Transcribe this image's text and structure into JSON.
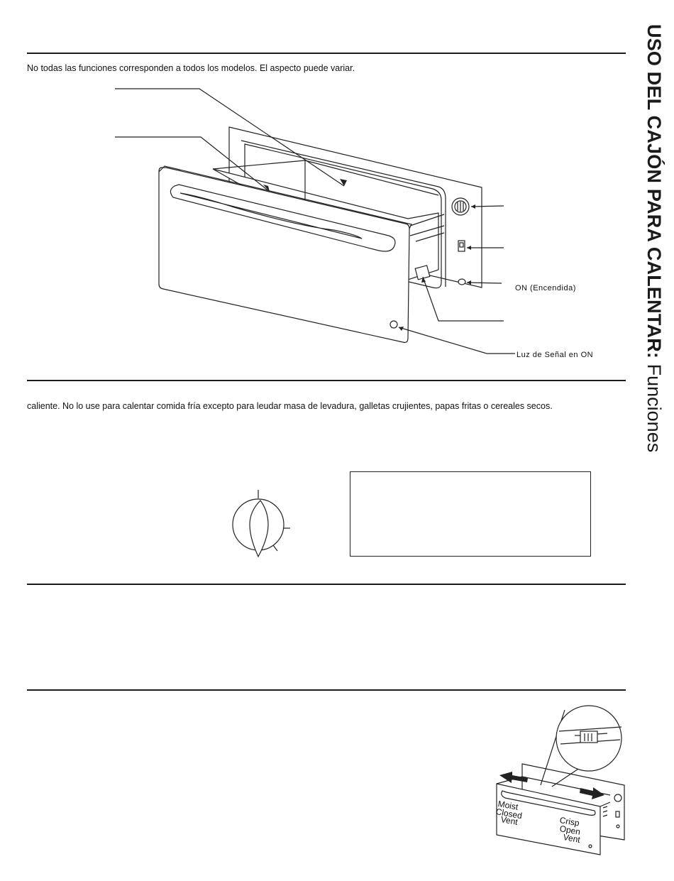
{
  "side_title": {
    "bold": "USO DEL CAJÓN PARA CALENTAR:",
    "light": "Funciones"
  },
  "intro_note": "No todas las funciones corresponden a todos los modelos. El aspecto puede variar.",
  "callouts": {
    "on_indicator": "ON (Encendida)",
    "signal_light": "Luz de Señal en ON"
  },
  "section2_text": "caliente. No lo use para calentar comida fría excepto para leudar masa de levadura, galletas crujientes, papas fritas o cereales secos.",
  "vent_labels": {
    "moist": "Moist",
    "closed": "Closed",
    "vent_left": "Vent",
    "crisp": "Crisp",
    "open": "Open",
    "vent_right": "Vent"
  }
}
